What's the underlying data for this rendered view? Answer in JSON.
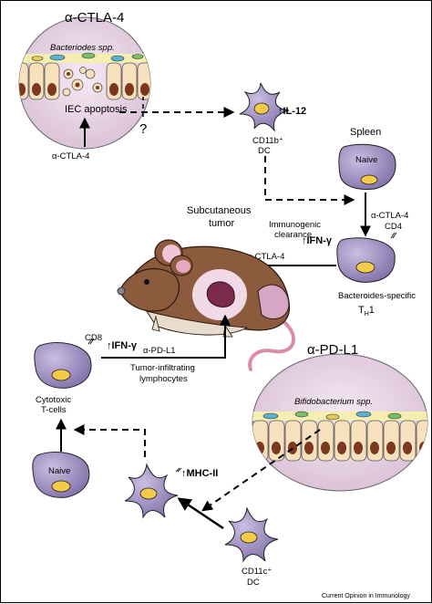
{
  "top_left_panel": {
    "heading": "α-CTLA-4",
    "bacteria": "Bacteriodes spp.",
    "apoptosis": "IEC apoptosis",
    "antibody": "α-CTLA-4",
    "unknown": "?"
  },
  "il12_cell": {
    "marker": "↑IL-12",
    "label_line1": "CD11b⁺",
    "label_line2": "DC"
  },
  "spleen": {
    "title": "Spleen",
    "naive": "Naive",
    "antibody": "α-CTLA-4",
    "cd4": "CD4",
    "ifn": "↑IFN-γ",
    "label_line1": "Bacteroides-specific",
    "label_line2_main": "T",
    "label_line2_sub": "H",
    "label_line2_end": "1"
  },
  "center": {
    "tumor_line1": "Subcutaneous",
    "tumor_line2": "tumor",
    "clearance_line1": "Immunogenic",
    "clearance_line2": "clearance",
    "antibody_ctla4": "α-CTLA-4",
    "antibody_pdl1": "α-PD-L1",
    "til_line1": "Tumor-infiltrating",
    "til_line2": "lymphocytes"
  },
  "cytotoxic": {
    "cd8": "CD8",
    "ifn": "↑IFN-γ",
    "label_line1": "Cytotoxic",
    "label_line2": "T-cells"
  },
  "pdl1_panel": {
    "heading": "α-PD-L1",
    "bacteria": "Bifidobacterium spp."
  },
  "bottom": {
    "naive": "Naive",
    "mhc": "↑MHC-II",
    "dc_line1": "CD11c⁺",
    "dc_line2": "DC"
  },
  "footer": "Current Opinion in Immunology",
  "colors": {
    "cell_fill": "#8f7fb5",
    "cell_light": "#b3a6d3",
    "nucleus": "#f3cb48",
    "circle_pink": "#e4d2e2",
    "gut_cell": "#f7e0bc",
    "mouse_body": "#8c5a3c",
    "mouse_belly": "#e8dccd",
    "tumor": "#7c2a4a"
  }
}
